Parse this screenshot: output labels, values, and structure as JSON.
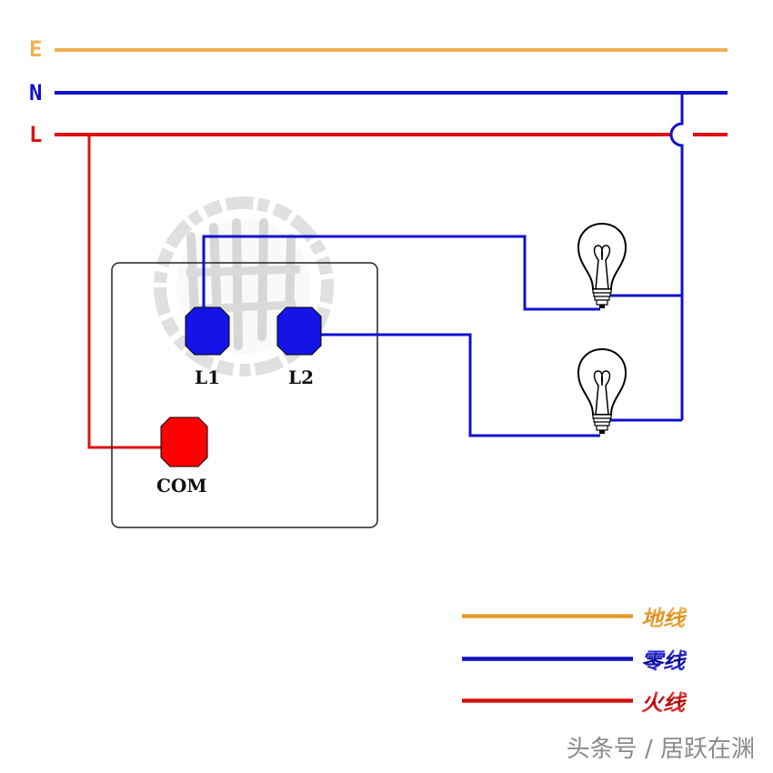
{
  "rails": {
    "earth": {
      "label": "E",
      "color": "#F0B050"
    },
    "neutral": {
      "label": "N",
      "color": "#1010D0"
    },
    "live": {
      "label": "L",
      "color": "#E01010"
    }
  },
  "switch": {
    "terminals": {
      "l1": "L1",
      "l2": "L2",
      "com": "COM"
    }
  },
  "legend": {
    "earth": "地线",
    "neutral": "零线",
    "live": "火线"
  },
  "watermark_colors": {
    "circle": "#c8c8c8"
  },
  "footer": "头条号 / 居跃在渊"
}
